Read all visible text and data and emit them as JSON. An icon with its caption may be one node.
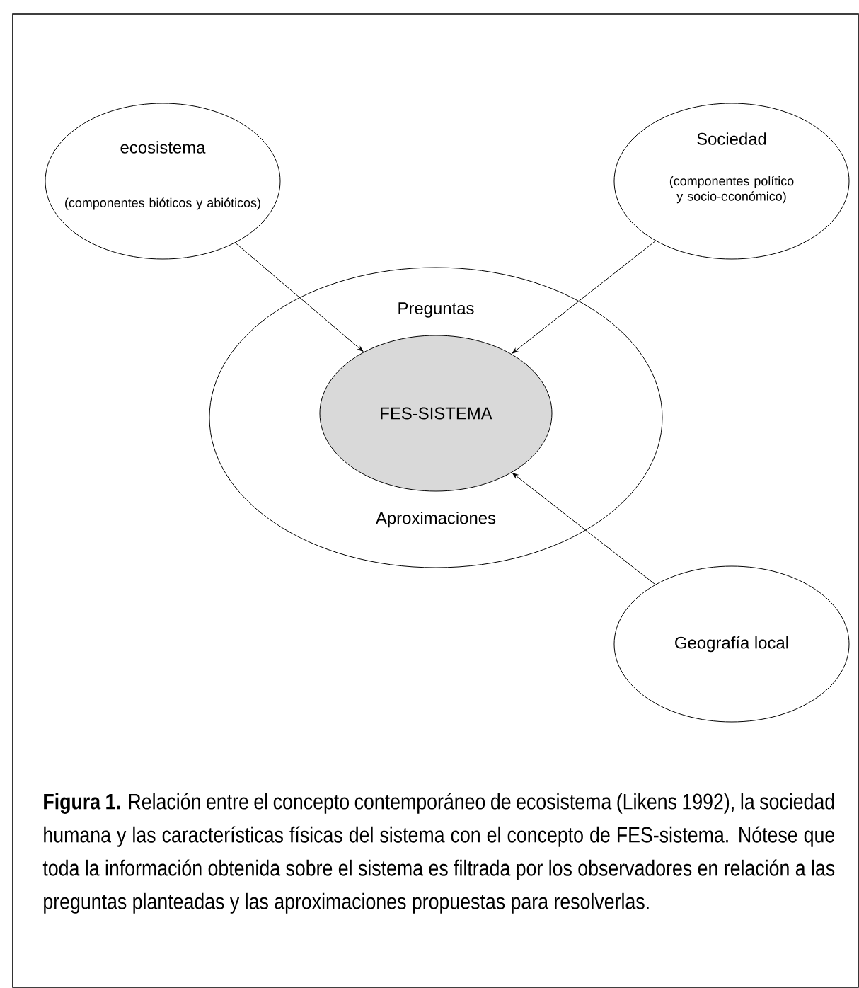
{
  "diagram": {
    "caption": "**Figura 1.** Relación entre el concepto contemporáneo de ecosistema (Likens 1992), la sociedad humana y las características físicas del sistema con el concepto de FES-sistema. Nótese que toda la información obtenida sobre el sistema es filtrada por los observadores en relación a las preguntas planteadas y las aproximaciones propuestas para resolverlas.",
    "nodes": [
      {
        "text": [
          "ecosistema",
          "(componentes bióticos y abióticos)"
        ]
      },
      {
        "text": [
          "Sociedad",
          "(componentes político y socio-económico)"
        ]
      },
      {
        "text": [
          "Preguntas",
          "Aproximaciones"
        ]
      },
      {
        "text": [
          "FES-SISTEMA"
        ],
        "in": 2
      },
      {
        "text": [
          "Geografía local"
        ]
      }
    ],
    "edges": [
      {
        "from": 0,
        "to": 3,
        "arrow": "to"
      },
      {
        "from": 1,
        "to": 3,
        "arrow": "to"
      },
      {
        "from": 4,
        "to": 3,
        "arrow": "to"
      }
    ]
  }
}
